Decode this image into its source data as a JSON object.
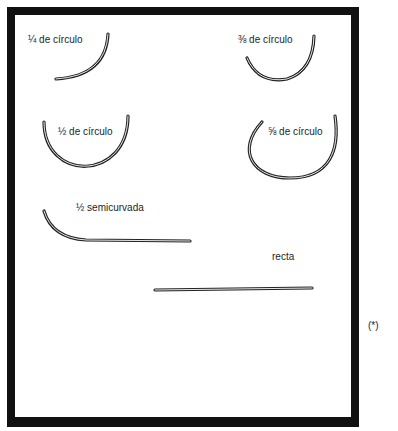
{
  "diagram": {
    "labels": [
      "¼ de círculo",
      "⅜ de círculo",
      "½ de círculo",
      "⅝ de círculo",
      "½ semicurvada",
      "recta",
      "(*)"
    ]
  }
}
